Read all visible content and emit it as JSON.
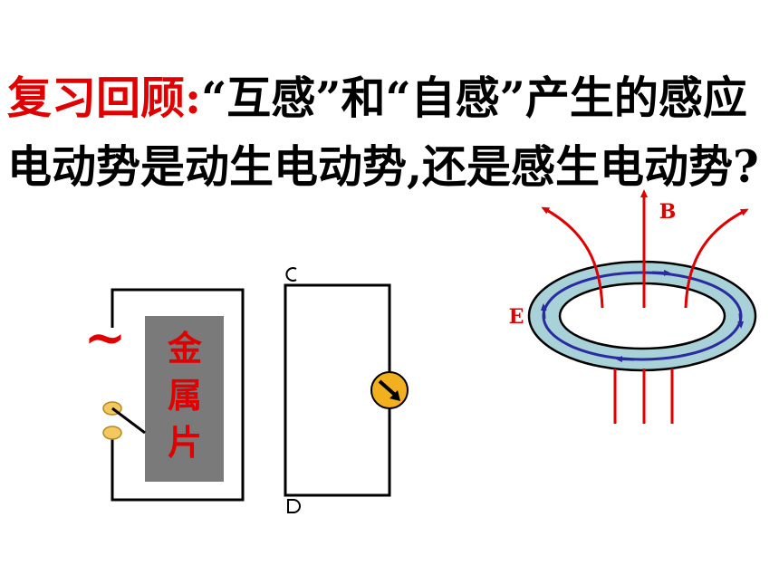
{
  "question": {
    "label": "复习回顾:",
    "text": "“互感”和“自感”产生的感应电动势是动生电动势,还是感生电动势?"
  },
  "circuit": {
    "ac_symbol": "~",
    "metal_chars": [
      "金",
      "属",
      "片"
    ]
  },
  "field": {
    "b_label": "B",
    "e_label": "E"
  },
  "colors": {
    "label_red": "#e00000",
    "metal_gray": "#7a7a7a",
    "ring_fill": "#a9d1d8",
    "loop_blue": "#2b2ba0",
    "field_red": "#e00000",
    "meter_fill": "#f2b01e",
    "terminal_fill": "#f2c860"
  },
  "icons": [
    "ac-source-icon",
    "galvanometer-icon",
    "arrow-icon"
  ]
}
